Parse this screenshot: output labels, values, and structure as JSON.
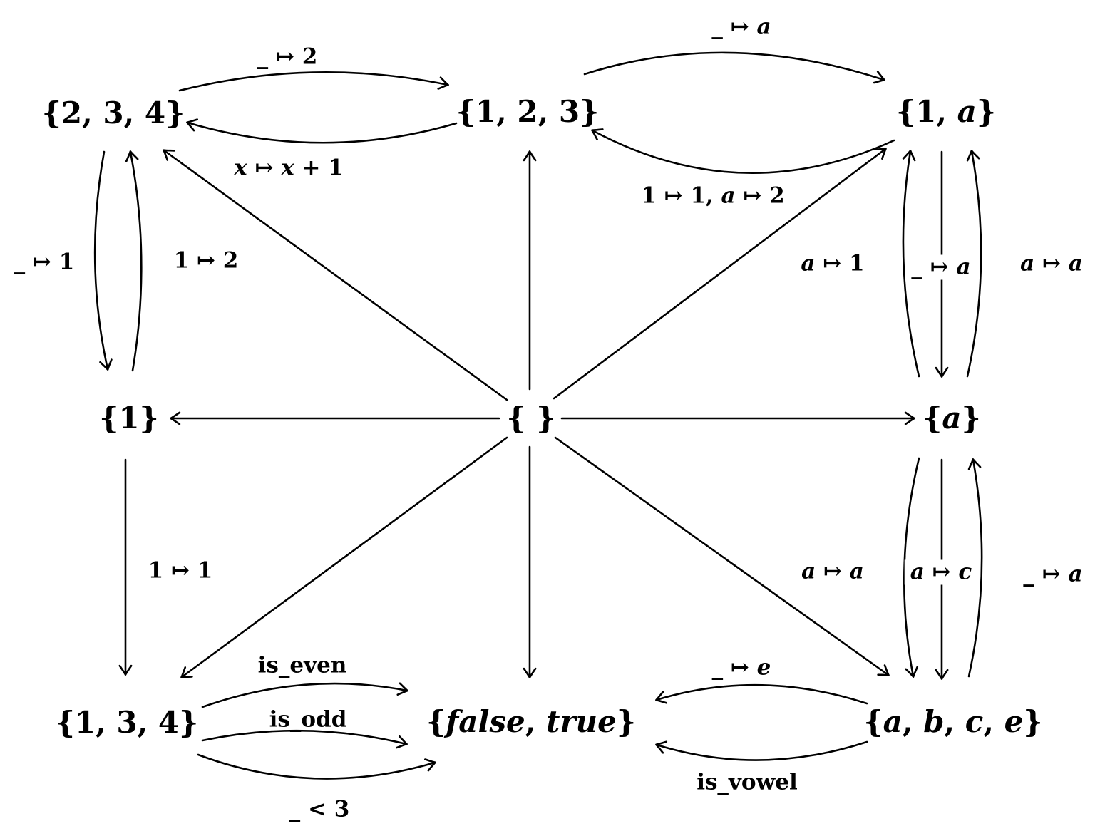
{
  "diagram": {
    "description": "Commutative-style diagram of finite sets and functions between them",
    "colors": {
      "background": "#ffffff",
      "ink": "#000000"
    },
    "nodes": [
      {
        "id": "set-2-3-4",
        "text": "{2, 3, 4}",
        "parts": [
          [
            "{2, 3, 4}",
            0
          ]
        ]
      },
      {
        "id": "set-1-2-3",
        "text": "{1, 2, 3}",
        "parts": [
          [
            "{1, 2, 3}",
            0
          ]
        ]
      },
      {
        "id": "set-1-a",
        "text": "{1, a}",
        "parts": [
          [
            "{1, ",
            0
          ],
          [
            "a",
            1
          ],
          [
            "}",
            0
          ]
        ]
      },
      {
        "id": "set-1",
        "text": "{1}",
        "parts": [
          [
            "{1}",
            0
          ]
        ]
      },
      {
        "id": "set-empty",
        "text": "{ }",
        "parts": [
          [
            "{ }",
            0
          ]
        ]
      },
      {
        "id": "set-a",
        "text": "{a}",
        "parts": [
          [
            "{",
            0
          ],
          [
            "a",
            1
          ],
          [
            "}",
            0
          ]
        ]
      },
      {
        "id": "set-1-3-4",
        "text": "{1, 3, 4}",
        "parts": [
          [
            "{1, 3, 4}",
            0
          ]
        ]
      },
      {
        "id": "set-false-true",
        "text": "{false, true}",
        "parts": [
          [
            "{",
            0
          ],
          [
            "false",
            1
          ],
          [
            ", ",
            0
          ],
          [
            "true",
            1
          ],
          [
            "}",
            0
          ]
        ]
      },
      {
        "id": "set-a-b-c-e",
        "text": "{a, b, c, e}",
        "parts": [
          [
            "{",
            0
          ],
          [
            "a",
            1
          ],
          [
            ", ",
            0
          ],
          [
            "b",
            1
          ],
          [
            ", ",
            0
          ],
          [
            "c",
            1
          ],
          [
            ", ",
            0
          ],
          [
            "e",
            1
          ],
          [
            "}",
            0
          ]
        ]
      }
    ],
    "labels": [
      {
        "id": "map-to-2",
        "text": "_ ↦ 2",
        "parts": [
          [
            "_ ↦ 2",
            0
          ]
        ]
      },
      {
        "id": "x-to-x-plus-1",
        "text": "x ↦ x + 1",
        "parts": [
          [
            "x",
            1
          ],
          [
            " ↦ ",
            0
          ],
          [
            "x",
            1
          ],
          [
            " + 1",
            0
          ]
        ]
      },
      {
        "id": "map-to-a-top",
        "text": "_ ↦ a",
        "parts": [
          [
            "_ ↦ ",
            0
          ],
          [
            "a",
            1
          ]
        ]
      },
      {
        "id": "1-to-1-a-to-2",
        "text": "1 ↦ 1, a ↦ 2",
        "parts": [
          [
            "1 ↦ 1, ",
            0
          ],
          [
            "a",
            1
          ],
          [
            " ↦ 2",
            0
          ]
        ]
      },
      {
        "id": "map-to-1",
        "text": "_ ↦ 1",
        "parts": [
          [
            "_ ↦ 1",
            0
          ]
        ]
      },
      {
        "id": "1-to-2",
        "text": "1 ↦ 2",
        "parts": [
          [
            "1 ↦ 2",
            0
          ]
        ]
      },
      {
        "id": "a-to-1",
        "text": "a ↦ 1",
        "parts": [
          [
            "a",
            1
          ],
          [
            " ↦ 1",
            0
          ]
        ]
      },
      {
        "id": "map-to-a-middle",
        "text": "_ ↦ a",
        "parts": [
          [
            "_ ↦ ",
            0
          ],
          [
            "a",
            1
          ]
        ]
      },
      {
        "id": "a-to-a-upper",
        "text": "a ↦ a",
        "parts": [
          [
            "a",
            1
          ],
          [
            " ↦ ",
            0
          ],
          [
            "a",
            1
          ]
        ]
      },
      {
        "id": "1-to-1",
        "text": "1 ↦ 1",
        "parts": [
          [
            "1 ↦ 1",
            0
          ]
        ]
      },
      {
        "id": "a-to-a-lower",
        "text": "a ↦ a",
        "parts": [
          [
            "a",
            1
          ],
          [
            " ↦ ",
            0
          ],
          [
            "a",
            1
          ]
        ]
      },
      {
        "id": "a-to-c",
        "text": "a ↦ c",
        "parts": [
          [
            "a",
            1
          ],
          [
            " ↦ ",
            0
          ],
          [
            "c",
            1
          ]
        ]
      },
      {
        "id": "map-to-a-lower",
        "text": "_ ↦ a",
        "parts": [
          [
            "_ ↦ ",
            0
          ],
          [
            "a",
            1
          ]
        ]
      },
      {
        "id": "is-even",
        "text": "is_even",
        "parts": [
          [
            "is_even",
            0
          ]
        ]
      },
      {
        "id": "is-odd",
        "text": "is_odd",
        "parts": [
          [
            "is_odd",
            0
          ]
        ]
      },
      {
        "id": "less-than-3",
        "text": "_ < 3",
        "parts": [
          [
            "_ < 3",
            0
          ]
        ]
      },
      {
        "id": "map-to-e",
        "text": "_ ↦ e",
        "parts": [
          [
            "_ ↦ ",
            0
          ],
          [
            "e",
            1
          ]
        ]
      },
      {
        "id": "is-vowel",
        "text": "is_vowel",
        "parts": [
          [
            "is_vowel",
            0
          ]
        ]
      }
    ],
    "edges": [
      {
        "from": "set-2-3-4",
        "to": "set-1-2-3",
        "label": "_ ↦ 2"
      },
      {
        "from": "set-1-2-3",
        "to": "set-2-3-4",
        "label": "x ↦ x + 1"
      },
      {
        "from": "set-1-2-3",
        "to": "set-1-a",
        "label": "_ ↦ a"
      },
      {
        "from": "set-1-a",
        "to": "set-1-2-3",
        "label": "1 ↦ 1, a ↦ 2"
      },
      {
        "from": "set-2-3-4",
        "to": "set-1",
        "label": "_ ↦ 1"
      },
      {
        "from": "set-1",
        "to": "set-2-3-4",
        "label": "1 ↦ 2"
      },
      {
        "from": "set-1-a",
        "to": "set-a",
        "label": "_ ↦ a"
      },
      {
        "from": "set-a",
        "to": "set-1-a",
        "label": "a ↦ 1"
      },
      {
        "from": "set-a",
        "to": "set-1-a",
        "label": "a ↦ a"
      },
      {
        "from": "set-a",
        "to": "set-a-b-c-e",
        "label": "a ↦ a"
      },
      {
        "from": "set-a",
        "to": "set-a-b-c-e",
        "label": "a ↦ c"
      },
      {
        "from": "set-a-b-c-e",
        "to": "set-a",
        "label": "_ ↦ a"
      },
      {
        "from": "set-1",
        "to": "set-1-3-4",
        "label": "1 ↦ 1"
      },
      {
        "from": "set-1-3-4",
        "to": "set-false-true",
        "label": "is_even"
      },
      {
        "from": "set-1-3-4",
        "to": "set-false-true",
        "label": "is_odd"
      },
      {
        "from": "set-1-3-4",
        "to": "set-false-true",
        "label": "_ < 3"
      },
      {
        "from": "set-a-b-c-e",
        "to": "set-false-true",
        "label": "_ ↦ e"
      },
      {
        "from": "set-a-b-c-e",
        "to": "set-false-true",
        "label": "is_vowel"
      },
      {
        "from": "set-empty",
        "to": "set-2-3-4",
        "label": null
      },
      {
        "from": "set-empty",
        "to": "set-1-2-3",
        "label": null
      },
      {
        "from": "set-empty",
        "to": "set-1-a",
        "label": null
      },
      {
        "from": "set-empty",
        "to": "set-1",
        "label": null
      },
      {
        "from": "set-empty",
        "to": "set-a",
        "label": null
      },
      {
        "from": "set-empty",
        "to": "set-1-3-4",
        "label": null
      },
      {
        "from": "set-empty",
        "to": "set-false-true",
        "label": null
      },
      {
        "from": "set-empty",
        "to": "set-a-b-c-e",
        "label": null
      }
    ]
  }
}
